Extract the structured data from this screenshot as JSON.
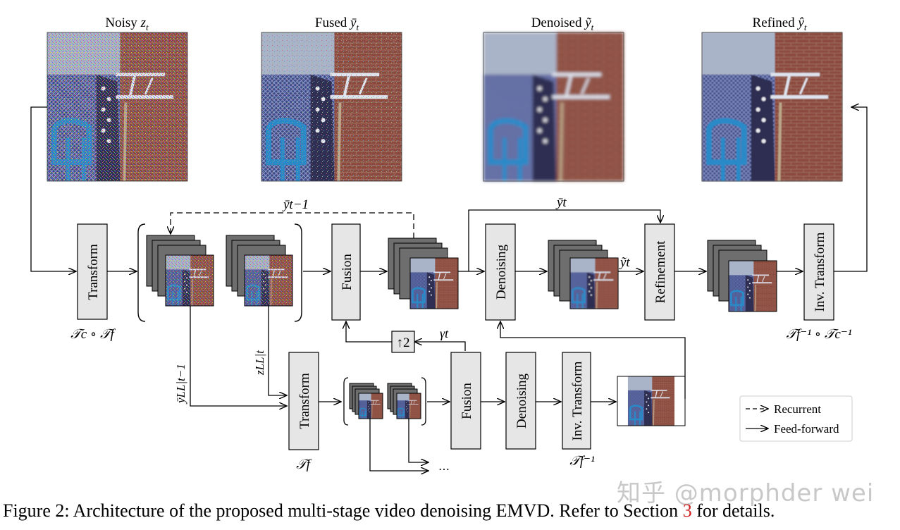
{
  "images": [
    {
      "label_text": "Noisy ",
      "label_math": "z",
      "label_sub": "t"
    },
    {
      "label_text": "Fused ",
      "label_math": "ȳ",
      "label_sub": "t"
    },
    {
      "label_text": "Denoised ",
      "label_math": "ỹ",
      "label_sub": "t"
    },
    {
      "label_text": "Refined ",
      "label_math": "ŷ",
      "label_sub": "t"
    }
  ],
  "blocks": {
    "transform_top": "Transform",
    "fusion_top": "Fusion",
    "denoising_top": "Denoising",
    "refinement": "Refinement",
    "inv_transform_top": "Inv. Transform",
    "transform_bottom": "Transform",
    "fusion_bottom": "Fusion",
    "denoising_bottom": "Denoising",
    "inv_transform_bottom": "Inv. Transform",
    "upsample": "↑2"
  },
  "math_labels": {
    "transform_top": "𝒯c ∘ 𝒯f",
    "inv_transform_top": "𝒯f⁻¹ ∘ 𝒯c⁻¹",
    "transform_bottom": "𝒯f",
    "inv_transform_bottom": "𝒯f⁻¹",
    "recurrent": "ȳt−1",
    "fused_feed": "ȳt",
    "denoised_feed": "ỹt",
    "gamma": "γt",
    "ll_prev": "ȳLL|t−1",
    "ll_cur": "zLL|t",
    "ellipsis": "…"
  },
  "legend": {
    "recurrent": "Recurrent",
    "feedforward": "Feed-forward"
  },
  "caption": {
    "prefix": "Figure 2: Architecture of the proposed multi-stage video denoising EMVD. Refer to Section ",
    "ref": "3",
    "suffix": " for details."
  },
  "watermark": "知乎 @morphder wei",
  "colors": {
    "block_fill": "#e6e6e6",
    "stack_gray": "#6e6e6e",
    "ref_red": "#d02020"
  }
}
